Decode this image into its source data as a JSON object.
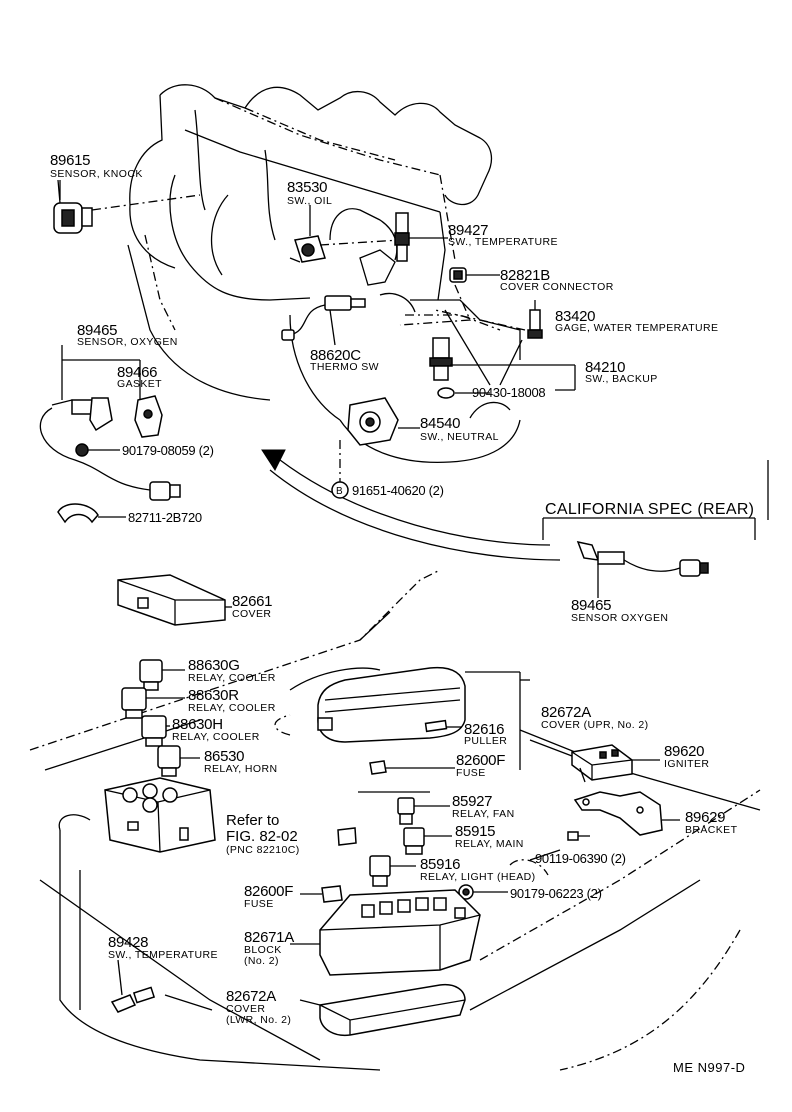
{
  "parts": [
    {
      "id": "p89615",
      "number": "89615",
      "desc": "SENSOR, KNOCK"
    },
    {
      "id": "p83530",
      "number": "83530",
      "desc": "SW., OIL"
    },
    {
      "id": "p89427",
      "number": "89427",
      "desc": "SW., TEMPERATURE"
    },
    {
      "id": "p82821B",
      "number": "82821B",
      "desc": "COVER CONNECTOR"
    },
    {
      "id": "p83420",
      "number": "83420",
      "desc": "GAGE, WATER TEMPERATURE"
    },
    {
      "id": "p89465a",
      "number": "89465",
      "desc": "SENSOR, OXYGEN"
    },
    {
      "id": "p89466",
      "number": "89466",
      "desc": "GASKET"
    },
    {
      "id": "p88620C",
      "number": "88620C",
      "desc": "THERMO SW"
    },
    {
      "id": "p84210",
      "number": "84210",
      "desc": "SW., BACKUP"
    },
    {
      "id": "p90430",
      "number": "90430-18008",
      "desc": ""
    },
    {
      "id": "p90179a",
      "number": "90179-08059 (2)",
      "desc": ""
    },
    {
      "id": "p84540",
      "number": "84540",
      "desc": "SW., NEUTRAL"
    },
    {
      "id": "p91651",
      "number": "91651-40620 (2)",
      "desc": ""
    },
    {
      "id": "p82711",
      "number": "82711-2B720",
      "desc": ""
    },
    {
      "id": "p89465b",
      "number": "89465",
      "desc": "SENSOR OXYGEN"
    },
    {
      "id": "p82661",
      "number": "82661",
      "desc": "COVER"
    },
    {
      "id": "p88630G",
      "number": "88630G",
      "desc": "RELAY, COOLER"
    },
    {
      "id": "p88630R",
      "number": "88630R",
      "desc": "RELAY, COOLER"
    },
    {
      "id": "p88630H",
      "number": "88630H",
      "desc": "RELAY, COOLER"
    },
    {
      "id": "p86530",
      "number": "86530",
      "desc": "RELAY, HORN"
    },
    {
      "id": "p82672A",
      "number": "82672A",
      "desc": "COVER (UPR, No. 2)"
    },
    {
      "id": "p82616",
      "number": "82616",
      "desc": "PULLER"
    },
    {
      "id": "p82600Fa",
      "number": "82600F",
      "desc": "FUSE"
    },
    {
      "id": "p89620",
      "number": "89620",
      "desc": "IGNITER"
    },
    {
      "id": "p85927",
      "number": "85927",
      "desc": "RELAY, FAN"
    },
    {
      "id": "p89629",
      "number": "89629",
      "desc": "BRACKET"
    },
    {
      "id": "p85915",
      "number": "85915",
      "desc": "RELAY, MAIN"
    },
    {
      "id": "p90119",
      "number": "90119-06390 (2)",
      "desc": ""
    },
    {
      "id": "p85916",
      "number": "85916",
      "desc": "RELAY, LIGHT (HEAD)"
    },
    {
      "id": "p90179b",
      "number": "90179-06223 (2)",
      "desc": ""
    },
    {
      "id": "p82600Fb",
      "number": "82600F",
      "desc": "FUSE"
    },
    {
      "id": "p82671A",
      "number": "82671A",
      "desc": "BLOCK",
      "desc2": "(No. 2)"
    },
    {
      "id": "p89428",
      "number": "89428",
      "desc": "SW., TEMPERATURE"
    },
    {
      "id": "p82672Ab",
      "number": "82672A",
      "desc": "COVER",
      "desc2": "(LWR, No. 2)"
    }
  ],
  "california": {
    "heading": "CALIFORNIA SPEC (REAR)"
  },
  "refer": {
    "line1": "Refer to",
    "line2": "FIG. 82-02",
    "line3": "(PNC 82210C)"
  },
  "bolt_marker": "B",
  "figure_code": "ME N997-D"
}
